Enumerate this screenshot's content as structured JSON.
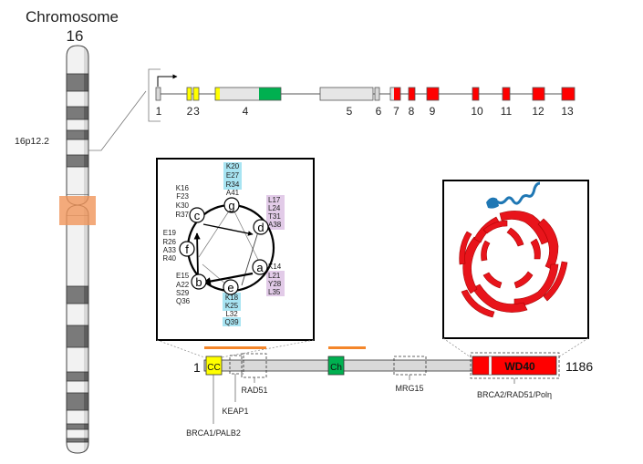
{
  "chromosome": {
    "title_line1": "Chromosome",
    "title_line2": "16",
    "band_label": "16p12.2"
  },
  "gene": {
    "exons": [
      "1",
      "2",
      "3",
      "4",
      "5",
      "6",
      "7",
      "8",
      "9",
      "10",
      "11",
      "12",
      "13"
    ]
  },
  "helical_wheel": {
    "positions": [
      "a",
      "b",
      "c",
      "d",
      "e",
      "f",
      "g"
    ],
    "residues": {
      "g": [
        "K20",
        "E27",
        "R34",
        "A41"
      ],
      "c": [
        "K16",
        "F23",
        "K30",
        "R37"
      ],
      "d": [
        "L17",
        "L24",
        "T31",
        "A38"
      ],
      "f": [
        "E19",
        "R26",
        "A33",
        "R40"
      ],
      "a": [
        "K14",
        "L21",
        "Y28",
        "L35"
      ],
      "b": [
        "E15",
        "A22",
        "S29",
        "Q36"
      ],
      "e": [
        "K18",
        "K25",
        "L32",
        "Q39"
      ]
    },
    "highlight_colors": {
      "blue": "#a8e4f2",
      "purple": "#e2cbe8"
    }
  },
  "protein": {
    "start": "1",
    "end": "1186",
    "domains": {
      "cc": "CC",
      "ch": "Ch",
      "wd40": "WD40"
    },
    "interactors": {
      "brca1_palb2": "BRCA1/PALB2",
      "keap1": "KEAP1",
      "rad51": "RAD51",
      "mrg15": "MRG15",
      "brca2_rad51_poleta": "BRCA2/RAD51/Polη"
    }
  },
  "colors": {
    "red": "#ff0000",
    "yellow": "#ffff00",
    "green": "#00b050",
    "orange_bar": "#f4862a",
    "centromere": "#f0955a",
    "protein_grey": "#d9d9d9",
    "wd40_blue": "#1f77b4"
  }
}
